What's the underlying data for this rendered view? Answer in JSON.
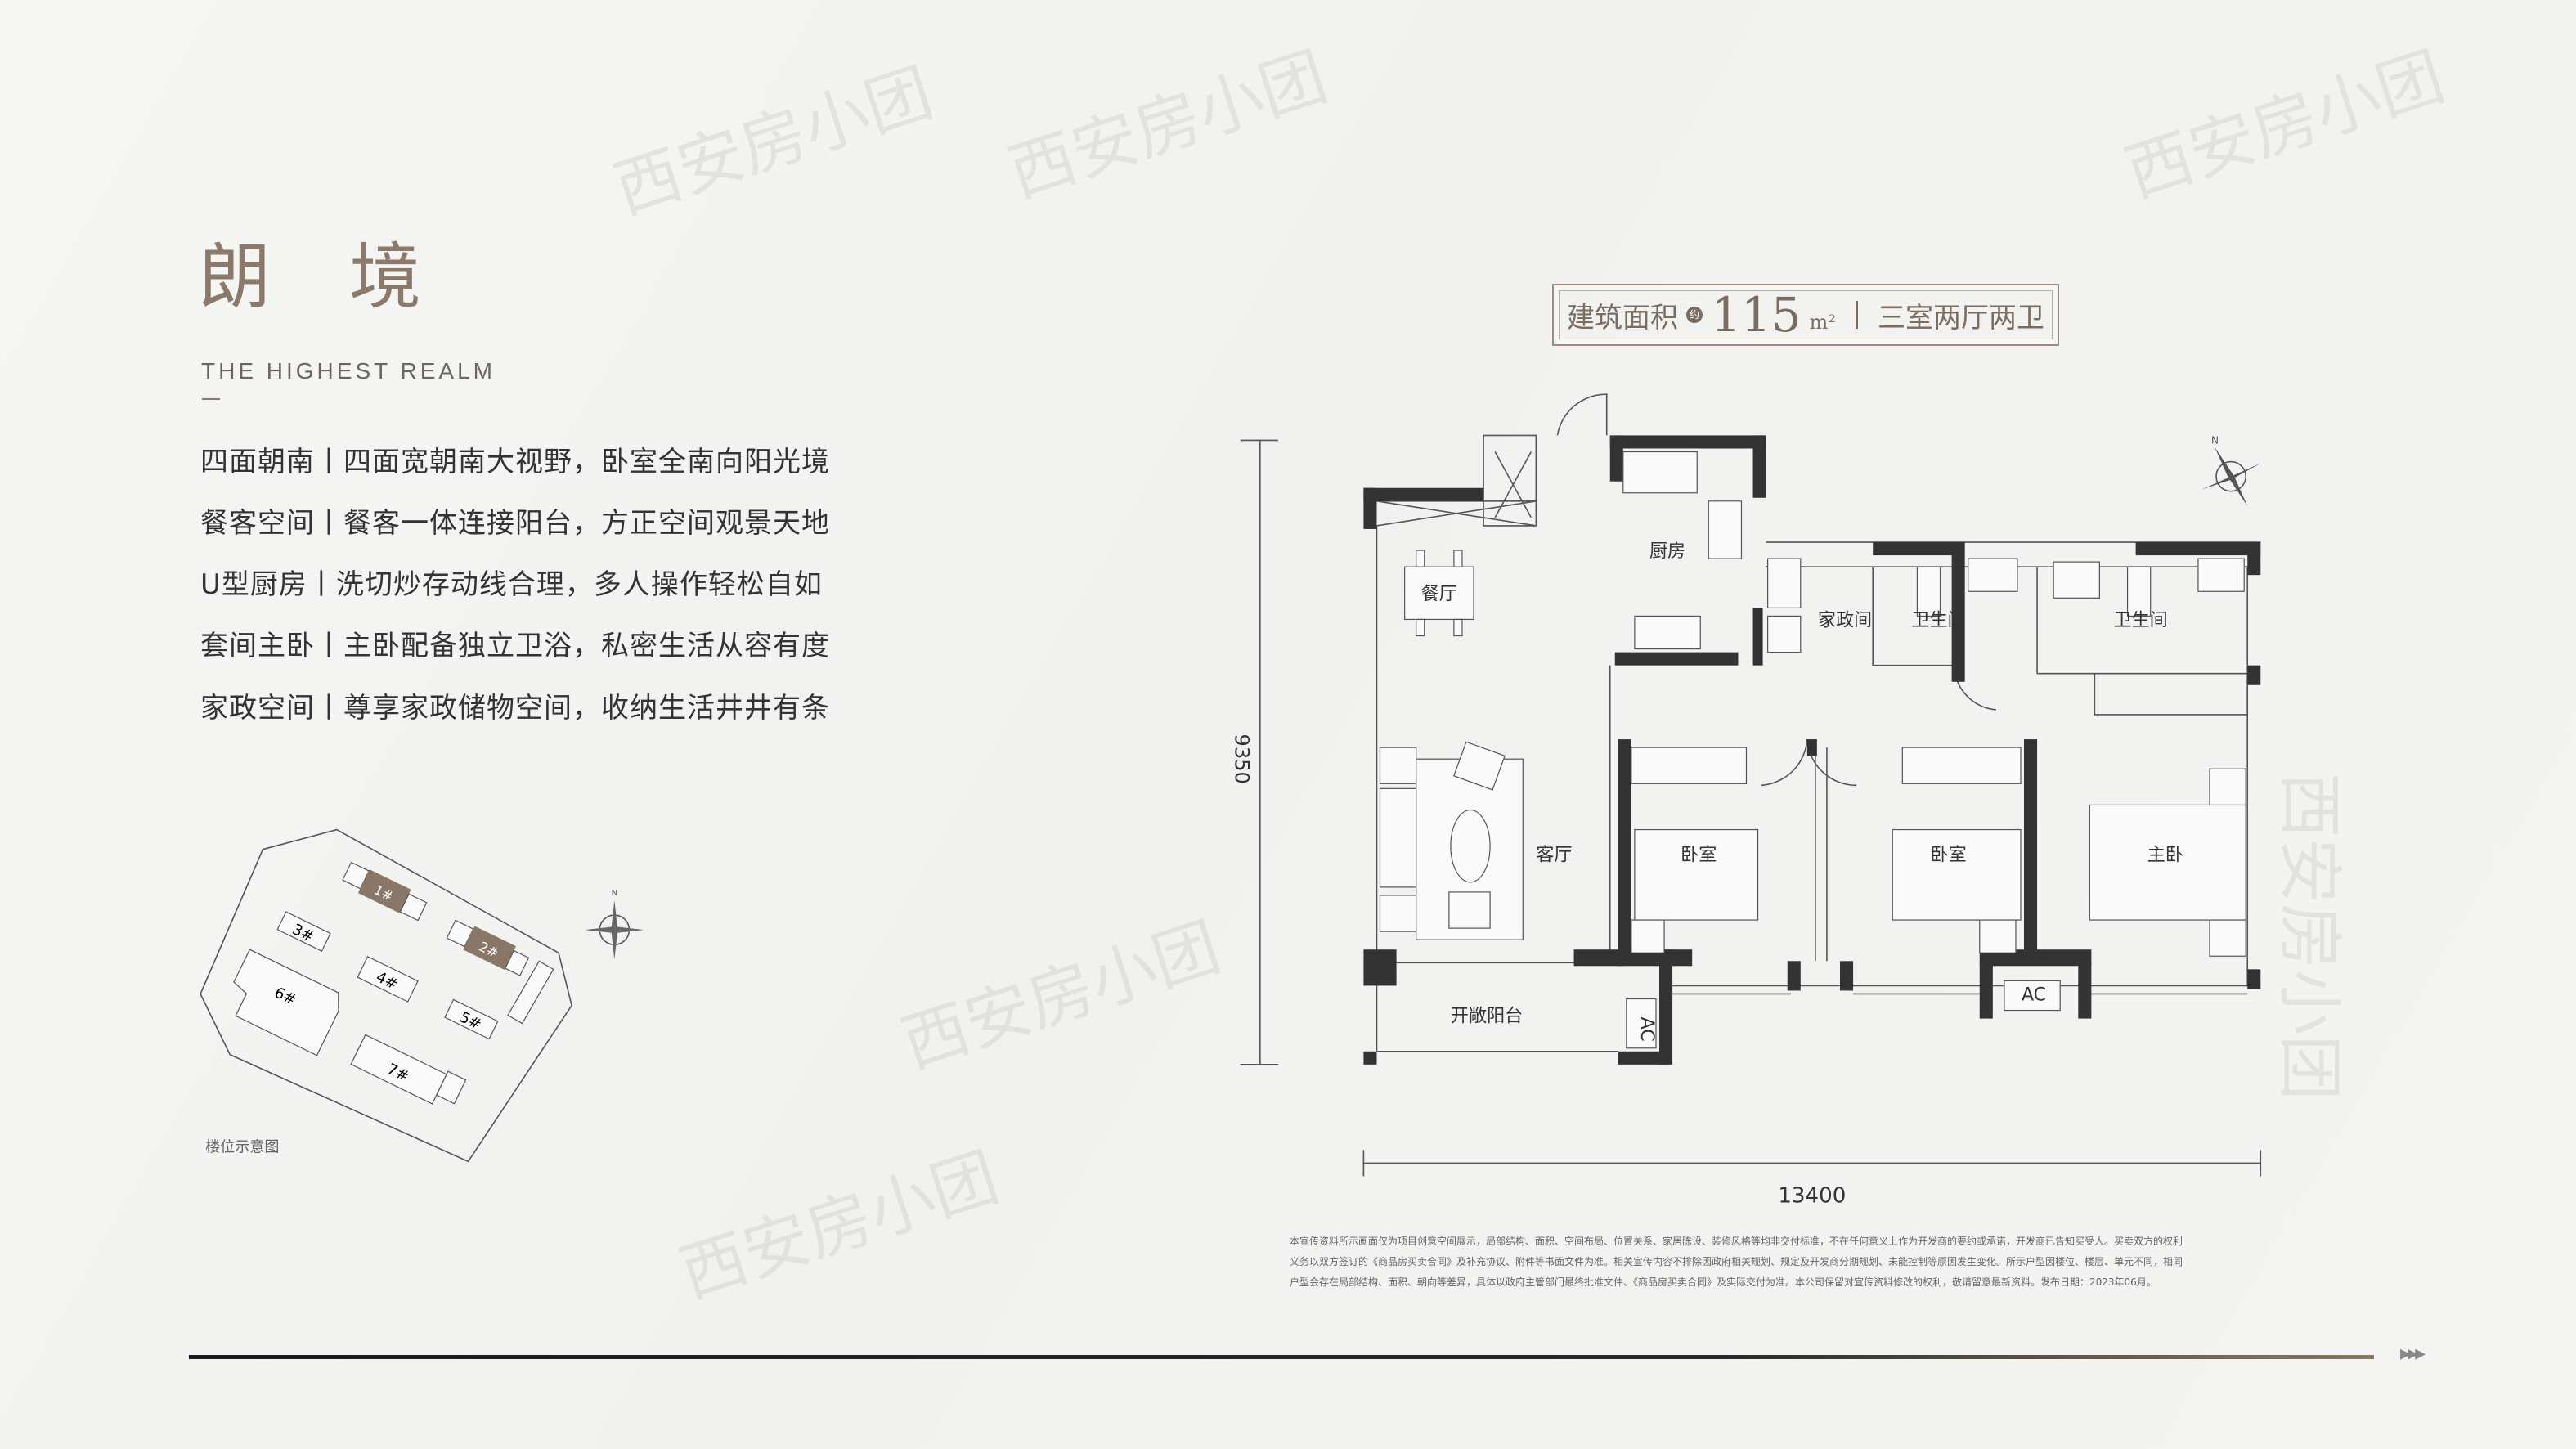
{
  "header": {
    "title": "朗 境",
    "subtitle": "THE HIGHEST REALM"
  },
  "features": [
    "四面朝南丨四面宽朝南大视野，卧室全南向阳光境",
    "餐客空间丨餐客一体连接阳台，方正空间观景天地",
    "U型厨房丨洗切炒存动线合理，多人操作轻松自如",
    "套间主卧丨主卧配备独立卫浴，私密生活从容有度",
    "家政空间丨尊享家政储物空间，收纳生活井井有条"
  ],
  "unit_info": {
    "area_label": "建筑面积",
    "approx": "约",
    "area": "115",
    "unit": "m²",
    "layout": "三室两厅两卫"
  },
  "site_plan": {
    "caption": "楼位示意图",
    "buildings": [
      "1#",
      "2#",
      "3#",
      "4#",
      "5#",
      "6#",
      "7#"
    ],
    "highlight_color": "#8b7767",
    "compass": "N"
  },
  "floor_plan": {
    "rooms": {
      "dining": "餐厅",
      "kitchen": "厨房",
      "utility": "家政间",
      "bath1": "卫生间",
      "bath2": "卫生间",
      "living": "客厅",
      "bed1": "卧室",
      "bed2": "卧室",
      "master": "主卧",
      "balcony": "开敞阳台",
      "ac1": "AC",
      "ac2": "AC"
    },
    "dim_depth": "9350",
    "dim_width": "13400",
    "compass": "N"
  },
  "watermark": "西安房小团",
  "disclaimer": [
    "本宣传资料所示画面仅为项目创意空间展示，局部结构、面积、空间布局、位置关系、家居陈设、装修风格等均非交付标准，不在任何意义上作为开发商的要约或承诺，开发商已告知买受人。买卖双方的权利",
    "义务以双方签订的《商品房买卖合同》及补充协议、附件等书面文件为准。相关宣传内容不排除因政府相关规划、规定及开发商分期规划、未能控制等原因发生变化。所示户型因楼位、楼层、单元不同，相同",
    "户型会存在局部结构、面积、朝向等差异，具体以政府主管部门最终批准文件、《商品房买卖合同》及实际交付为准。本公司保留对宣传资料修改的权利，敬请留意最新资料。发布日期：2023年06月。"
  ],
  "nav": {
    "next": "▸▸▸"
  },
  "colors": {
    "accent": "#8b7a6b",
    "text": "#333333"
  }
}
